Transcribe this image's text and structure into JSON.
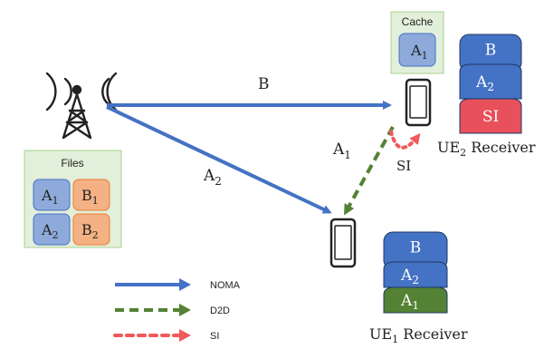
{
  "tower": {
    "icon": "cell-tower-icon"
  },
  "files_box": {
    "title": "Files",
    "tiles": [
      {
        "base": "A",
        "sub": "1",
        "color": "#8eaadb"
      },
      {
        "base": "B",
        "sub": "1",
        "color": "#f4b183"
      },
      {
        "base": "A",
        "sub": "2",
        "color": "#8eaadb"
      },
      {
        "base": "B",
        "sub": "2",
        "color": "#f4b183"
      }
    ]
  },
  "cache_box": {
    "title": "Cache",
    "tile": {
      "base": "A",
      "sub": "1",
      "color": "#8eaadb"
    }
  },
  "links": {
    "b": {
      "base": "B",
      "sub": ""
    },
    "a2": {
      "base": "A",
      "sub": "2"
    },
    "a1": {
      "base": "A",
      "sub": "1"
    },
    "si": {
      "base": "SI",
      "sub": ""
    }
  },
  "ue2": {
    "label_base": "UE",
    "label_sub": "2",
    "label_rest": " Receiver",
    "stack": [
      {
        "base": "B",
        "sub": "",
        "color": "#4472c4"
      },
      {
        "base": "A",
        "sub": "2",
        "color": "#4472c4"
      },
      {
        "base": "SI",
        "sub": "",
        "color": "#e8505b"
      }
    ]
  },
  "ue1": {
    "label_base": "UE",
    "label_sub": "1",
    "label_rest": " Receiver",
    "stack": [
      {
        "base": "B",
        "sub": "",
        "color": "#4472c4"
      },
      {
        "base": "A",
        "sub": "2",
        "color": "#4472c4"
      },
      {
        "base": "A",
        "sub": "1",
        "color": "#548235"
      }
    ]
  },
  "legend": [
    {
      "label": "NOMA",
      "color": "#4472c4",
      "style": "solid"
    },
    {
      "label": "D2D",
      "color": "#548235",
      "style": "dashed"
    },
    {
      "label": "SI",
      "color": "#f15a5a",
      "style": "dotted"
    }
  ],
  "colors": {
    "noma": "#4472c4",
    "d2d": "#548235",
    "si": "#f15a5a",
    "box_fill": "#e2efda",
    "box_border": "#a9d08e"
  }
}
